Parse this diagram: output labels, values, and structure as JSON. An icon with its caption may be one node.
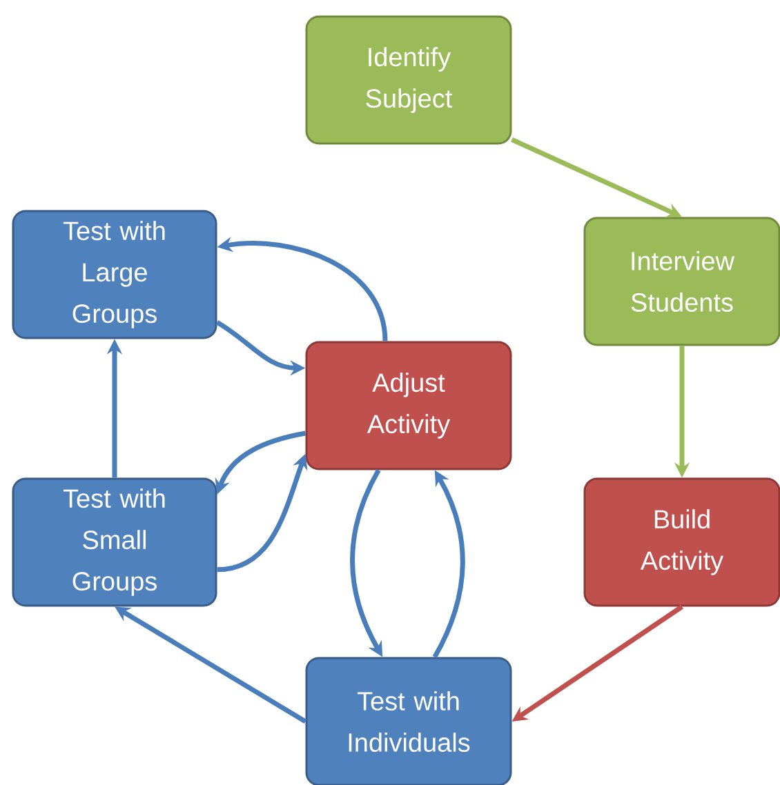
{
  "diagram": {
    "nodes": [
      {
        "text": [
          "Identify Subject"
        ]
      },
      {
        "text": [
          "Interview Students"
        ]
      },
      {
        "text": [
          "Test with Large Groups"
        ]
      },
      {
        "text": [
          "Adjust Activity"
        ]
      },
      {
        "text": [
          "Test with Small Groups"
        ]
      },
      {
        "text": [
          "Build Activity"
        ]
      },
      {
        "text": [
          "Test with Individuals"
        ]
      }
    ],
    "edges": [
      {
        "from": 0,
        "to": 1,
        "arrow": "to",
        "color": "#9bbb59"
      },
      {
        "from": 1,
        "to": 5,
        "arrow": "to",
        "color": "#9bbb59"
      },
      {
        "from": 5,
        "to": 6,
        "arrow": "to",
        "color": "#c0504d"
      },
      {
        "from": 6,
        "to": 4,
        "arrow": "to"
      },
      {
        "from": 4,
        "to": 2,
        "arrow": "to"
      },
      {
        "from": 3,
        "to": 2,
        "arrow": "to"
      },
      {
        "from": 2,
        "to": 3,
        "arrow": "to"
      },
      {
        "from": 3,
        "to": 4,
        "arrow": "to"
      },
      {
        "from": 4,
        "to": 3,
        "arrow": "to"
      },
      {
        "from": 3,
        "to": 6,
        "arrow": "to"
      },
      {
        "from": 6,
        "to": 3,
        "arrow": "to"
      }
    ]
  }
}
